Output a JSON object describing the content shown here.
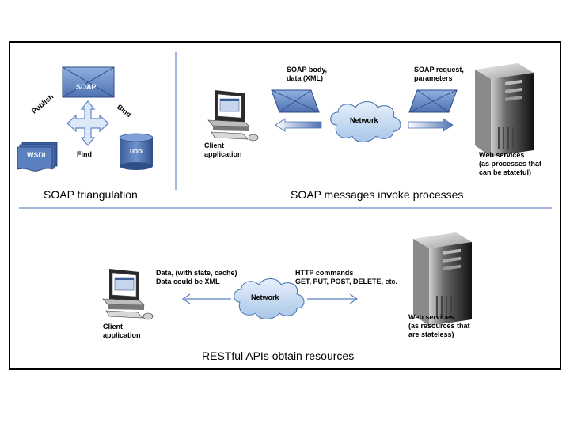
{
  "section1": {
    "caption": "SOAP triangulation",
    "soap_label": "SOAP",
    "publish_label": "Publish",
    "bind_label": "Bind",
    "find_label": "Find",
    "wsdl_label": "WSDL",
    "uddi_label": "UDDI"
  },
  "section2": {
    "caption": "SOAP messages invoke processes",
    "body_label": "SOAP body,\ndata (XML)",
    "request_label": "SOAP request,\nparameters",
    "network_label": "Network",
    "client_label": "Client\napplication",
    "server_label": "Web services\n(as processes that\ncan be stateful)"
  },
  "section3": {
    "caption": "RESTful APIs obtain resources",
    "data_label": "Data, (with state, cache)\nData could be XML",
    "http_label": "HTTP commands\nGET, PUT, POST, DELETE, etc.",
    "network_label": "Network",
    "client_label": "Client\napplication",
    "server_label": "Web services\n(as resources that\nare stateless)"
  },
  "colors": {
    "envelope": "#6f8fc4",
    "document": "#4a6fb0",
    "cloud": "#c9dcf2",
    "divider": "#4a6fb0",
    "arrow": "#5a7fbf"
  }
}
